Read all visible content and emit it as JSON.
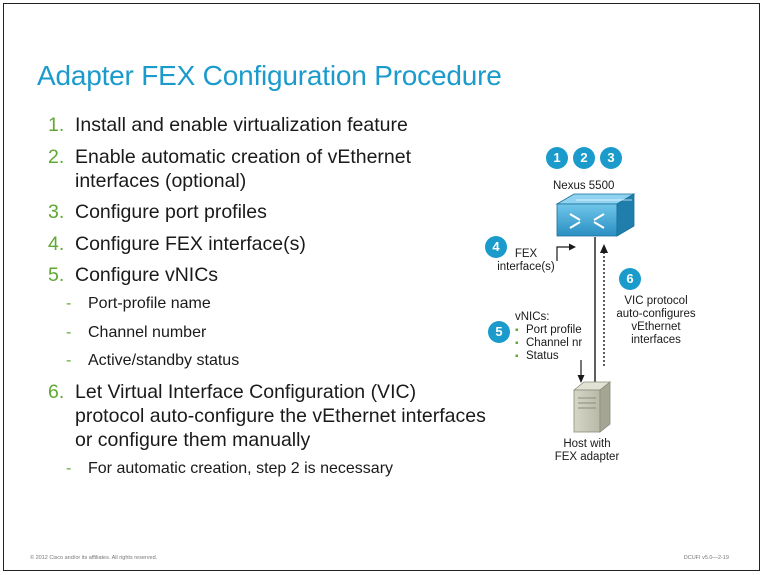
{
  "title": "Adapter FEX Configuration Procedure",
  "steps": [
    {
      "num": "1.",
      "text": "Install and enable virtualization feature"
    },
    {
      "num": "2.",
      "line1": "Enable automatic creation of vEthernet",
      "line2": "interfaces (optional)"
    },
    {
      "num": "3.",
      "text": "Configure port profiles"
    },
    {
      "num": "4.",
      "text": "Configure FEX interface(s)"
    },
    {
      "num": "5.",
      "text": "Configure vNICs"
    },
    {
      "num": "6.",
      "line1": "Let Virtual Interface Configuration (VIC)",
      "line2": "protocol auto-configure the vEthernet interfaces",
      "line3": "or configure them manually"
    }
  ],
  "step5_sub": [
    "Port-profile name",
    "Channel  number",
    "Active/standby status"
  ],
  "step6_sub": [
    "For automatic  creation, step 2 is necessary"
  ],
  "dash": "-",
  "diagram": {
    "badges": [
      "1",
      "2",
      "3",
      "4",
      "5",
      "6"
    ],
    "switch_label": "Nexus 5500",
    "fex_label_1": "FEX",
    "fex_label_2": "interface(s)",
    "vnics_title": "vNICs:",
    "vnics_items": [
      "Port profile",
      "Channel nr",
      "Status"
    ],
    "vic_line1": "VIC protocol",
    "vic_line2": "auto-configures",
    "vic_line3": "vEthernet",
    "vic_line4": "interfaces",
    "host_line1": "Host with",
    "host_line2": "FEX adapter"
  },
  "footer_left": "© 2012 Cisco and/or its affiliates. All rights reserved.",
  "footer_right": "DCUFI v5.0—2-19",
  "colors": {
    "title": "#1b9bcc",
    "accent": "#5fa832",
    "badge": "#1b9bcc"
  }
}
